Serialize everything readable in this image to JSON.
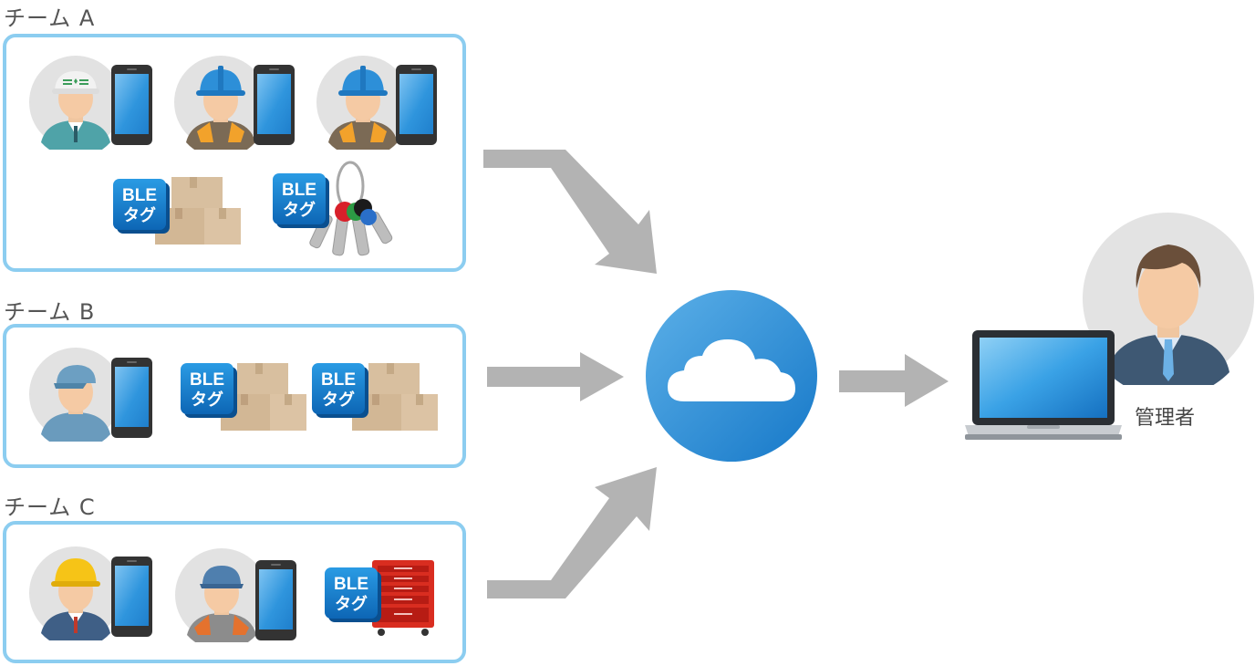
{
  "teams": [
    {
      "label": "チーム A"
    },
    {
      "label": "チーム B"
    },
    {
      "label": "チーム C"
    }
  ],
  "tag": {
    "line1": "BLE",
    "line2": "タグ"
  },
  "admin": {
    "label": "管理者"
  },
  "colors": {
    "box_border": "#8ccdf0",
    "arrow": "#b3b3b3",
    "cloud": "#1e8fd6"
  }
}
